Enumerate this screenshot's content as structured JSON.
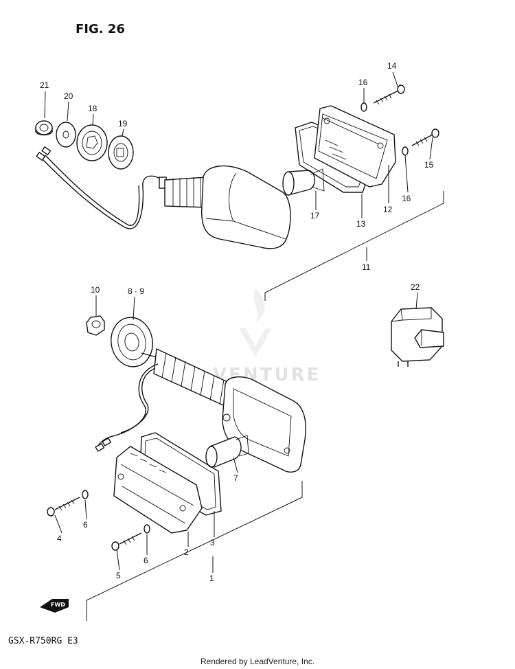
{
  "figure": {
    "title": "FIG. 26",
    "model": "GSX-R750RG  E3",
    "credit": "Rendered by LeadVenture, Inc.",
    "watermark": "VENTURE",
    "fwd_label": "FWD"
  },
  "callouts": {
    "c1": "1",
    "c2": "2",
    "c3": "3",
    "c4": "4",
    "c5": "5",
    "c6a": "6",
    "c6b": "6",
    "c7": "7",
    "c89": "8 · 9",
    "c10": "10",
    "c11": "11",
    "c12": "12",
    "c13": "13",
    "c14": "14",
    "c15": "15",
    "c16a": "16",
    "c16b": "16",
    "c17": "17",
    "c18": "18",
    "c19": "19",
    "c20": "20",
    "c21": "21",
    "c22": "22"
  }
}
